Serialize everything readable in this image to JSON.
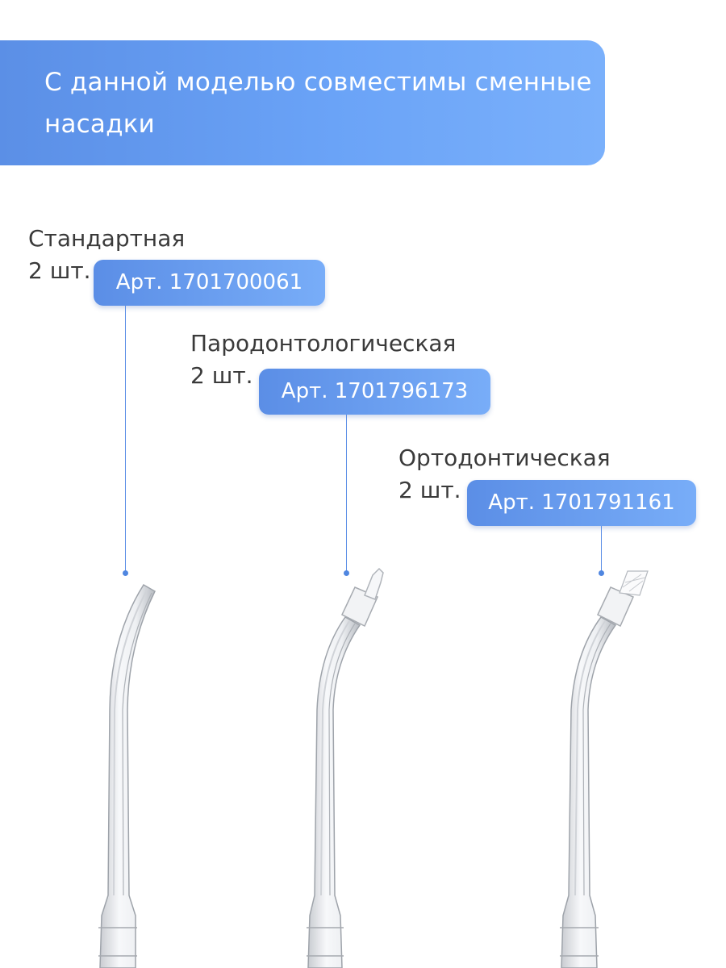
{
  "header": {
    "title": "С данной моделью совместимы сменные насадки"
  },
  "nozzles": [
    {
      "name": "Стандартная",
      "count": "2 шт.",
      "article": "Арт. 1701700061"
    },
    {
      "name": "Пародонтологическая",
      "count": "2 шт.",
      "article": "Арт. 1701796173"
    },
    {
      "name": "Ортодонтическая",
      "count": "2 шт.",
      "article": "Арт. 1701791161"
    }
  ],
  "colors": {
    "accent": "#5b8ee6",
    "accent_light": "#78adf8",
    "text": "#3a3a3a"
  }
}
